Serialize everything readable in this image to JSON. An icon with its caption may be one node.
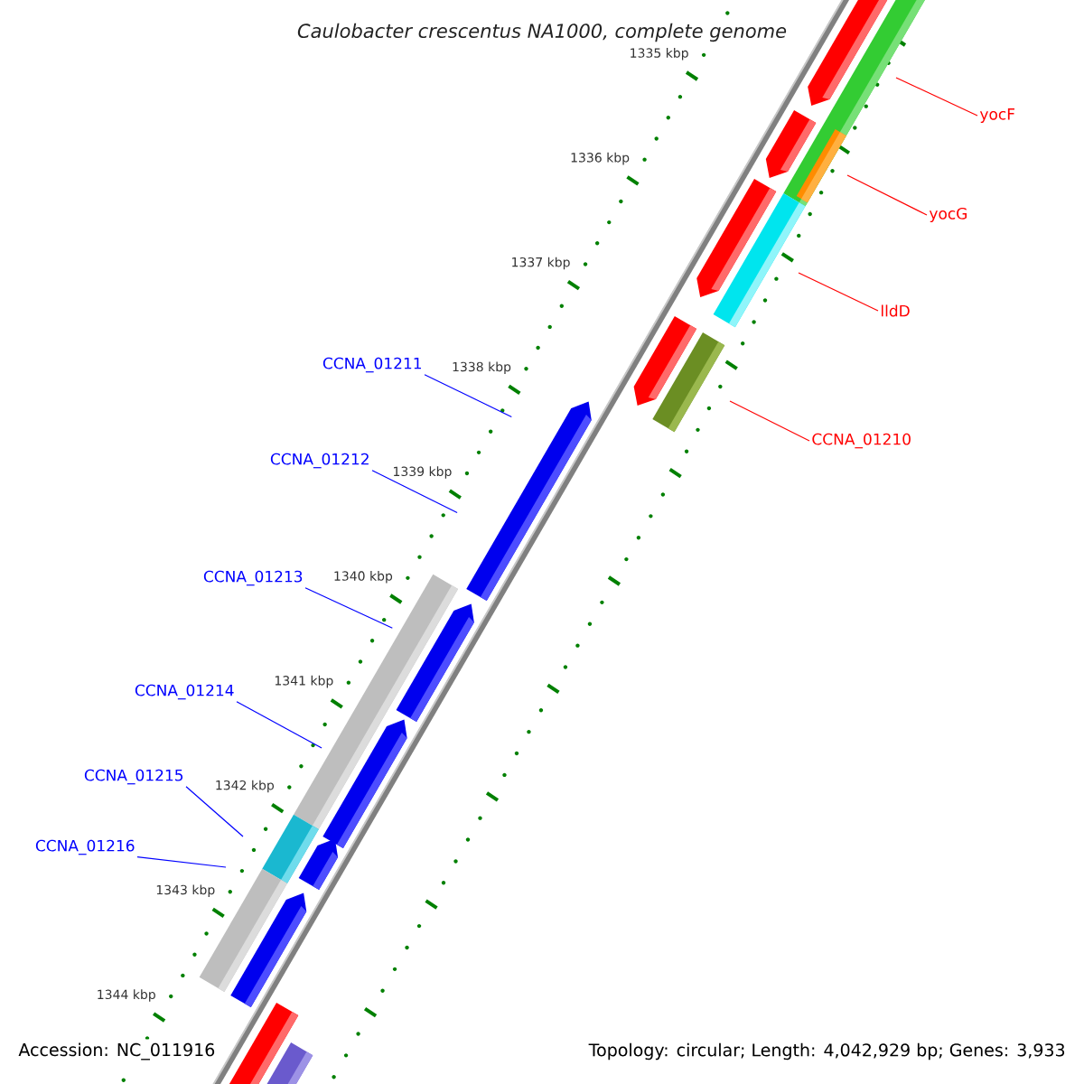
{
  "diagram": {
    "title": "*Caulobacter crescentus* NA1000, complete genome",
    "nodes": [
      {
        "text": [
          "yocF"
        ]
      },
      {
        "text": [
          "yocG"
        ]
      },
      {
        "text": [
          "lldD"
        ]
      },
      {
        "text": [
          "CCNA_01210"
        ]
      },
      {
        "text": [
          "CCNA_01211"
        ]
      },
      {
        "text": [
          "CCNA_01212"
        ]
      },
      {
        "text": [
          "CCNA_01213"
        ]
      },
      {
        "text": [
          "CCNA_01214"
        ]
      },
      {
        "text": [
          "CCNA_01215"
        ]
      },
      {
        "text": [
          "CCNA_01216"
        ]
      }
    ],
    "edges": [
      {
        "from": 0,
        "to": null,
        "arrow": "none",
        "color": "#ff0000"
      },
      {
        "from": 1,
        "to": null,
        "arrow": "none",
        "color": "#ff0000"
      },
      {
        "from": 2,
        "to": null,
        "arrow": "none",
        "color": "#ff0000"
      },
      {
        "from": 3,
        "to": null,
        "arrow": "none",
        "color": "#ff0000"
      },
      {
        "from": 4,
        "to": null,
        "arrow": "none"
      },
      {
        "from": 5,
        "to": null,
        "arrow": "none"
      },
      {
        "from": 6,
        "to": null,
        "arrow": "none"
      },
      {
        "from": 7,
        "to": null,
        "arrow": "none"
      },
      {
        "from": 8,
        "to": null,
        "arrow": "none"
      },
      {
        "from": 9,
        "to": null,
        "arrow": "none"
      }
    ],
    "labels": [
      "1335 kbp",
      "1336 kbp",
      "1337 kbp",
      "1338 kbp",
      "1339 kbp",
      "1340 kbp",
      "1341 kbp",
      "1342 kbp",
      "1343 kbp",
      "1344 kbp",
      "Accession: NC_011916",
      "Topology: circular; Length: 4,042,929 bp; Genes: 3,933"
    ]
  }
}
